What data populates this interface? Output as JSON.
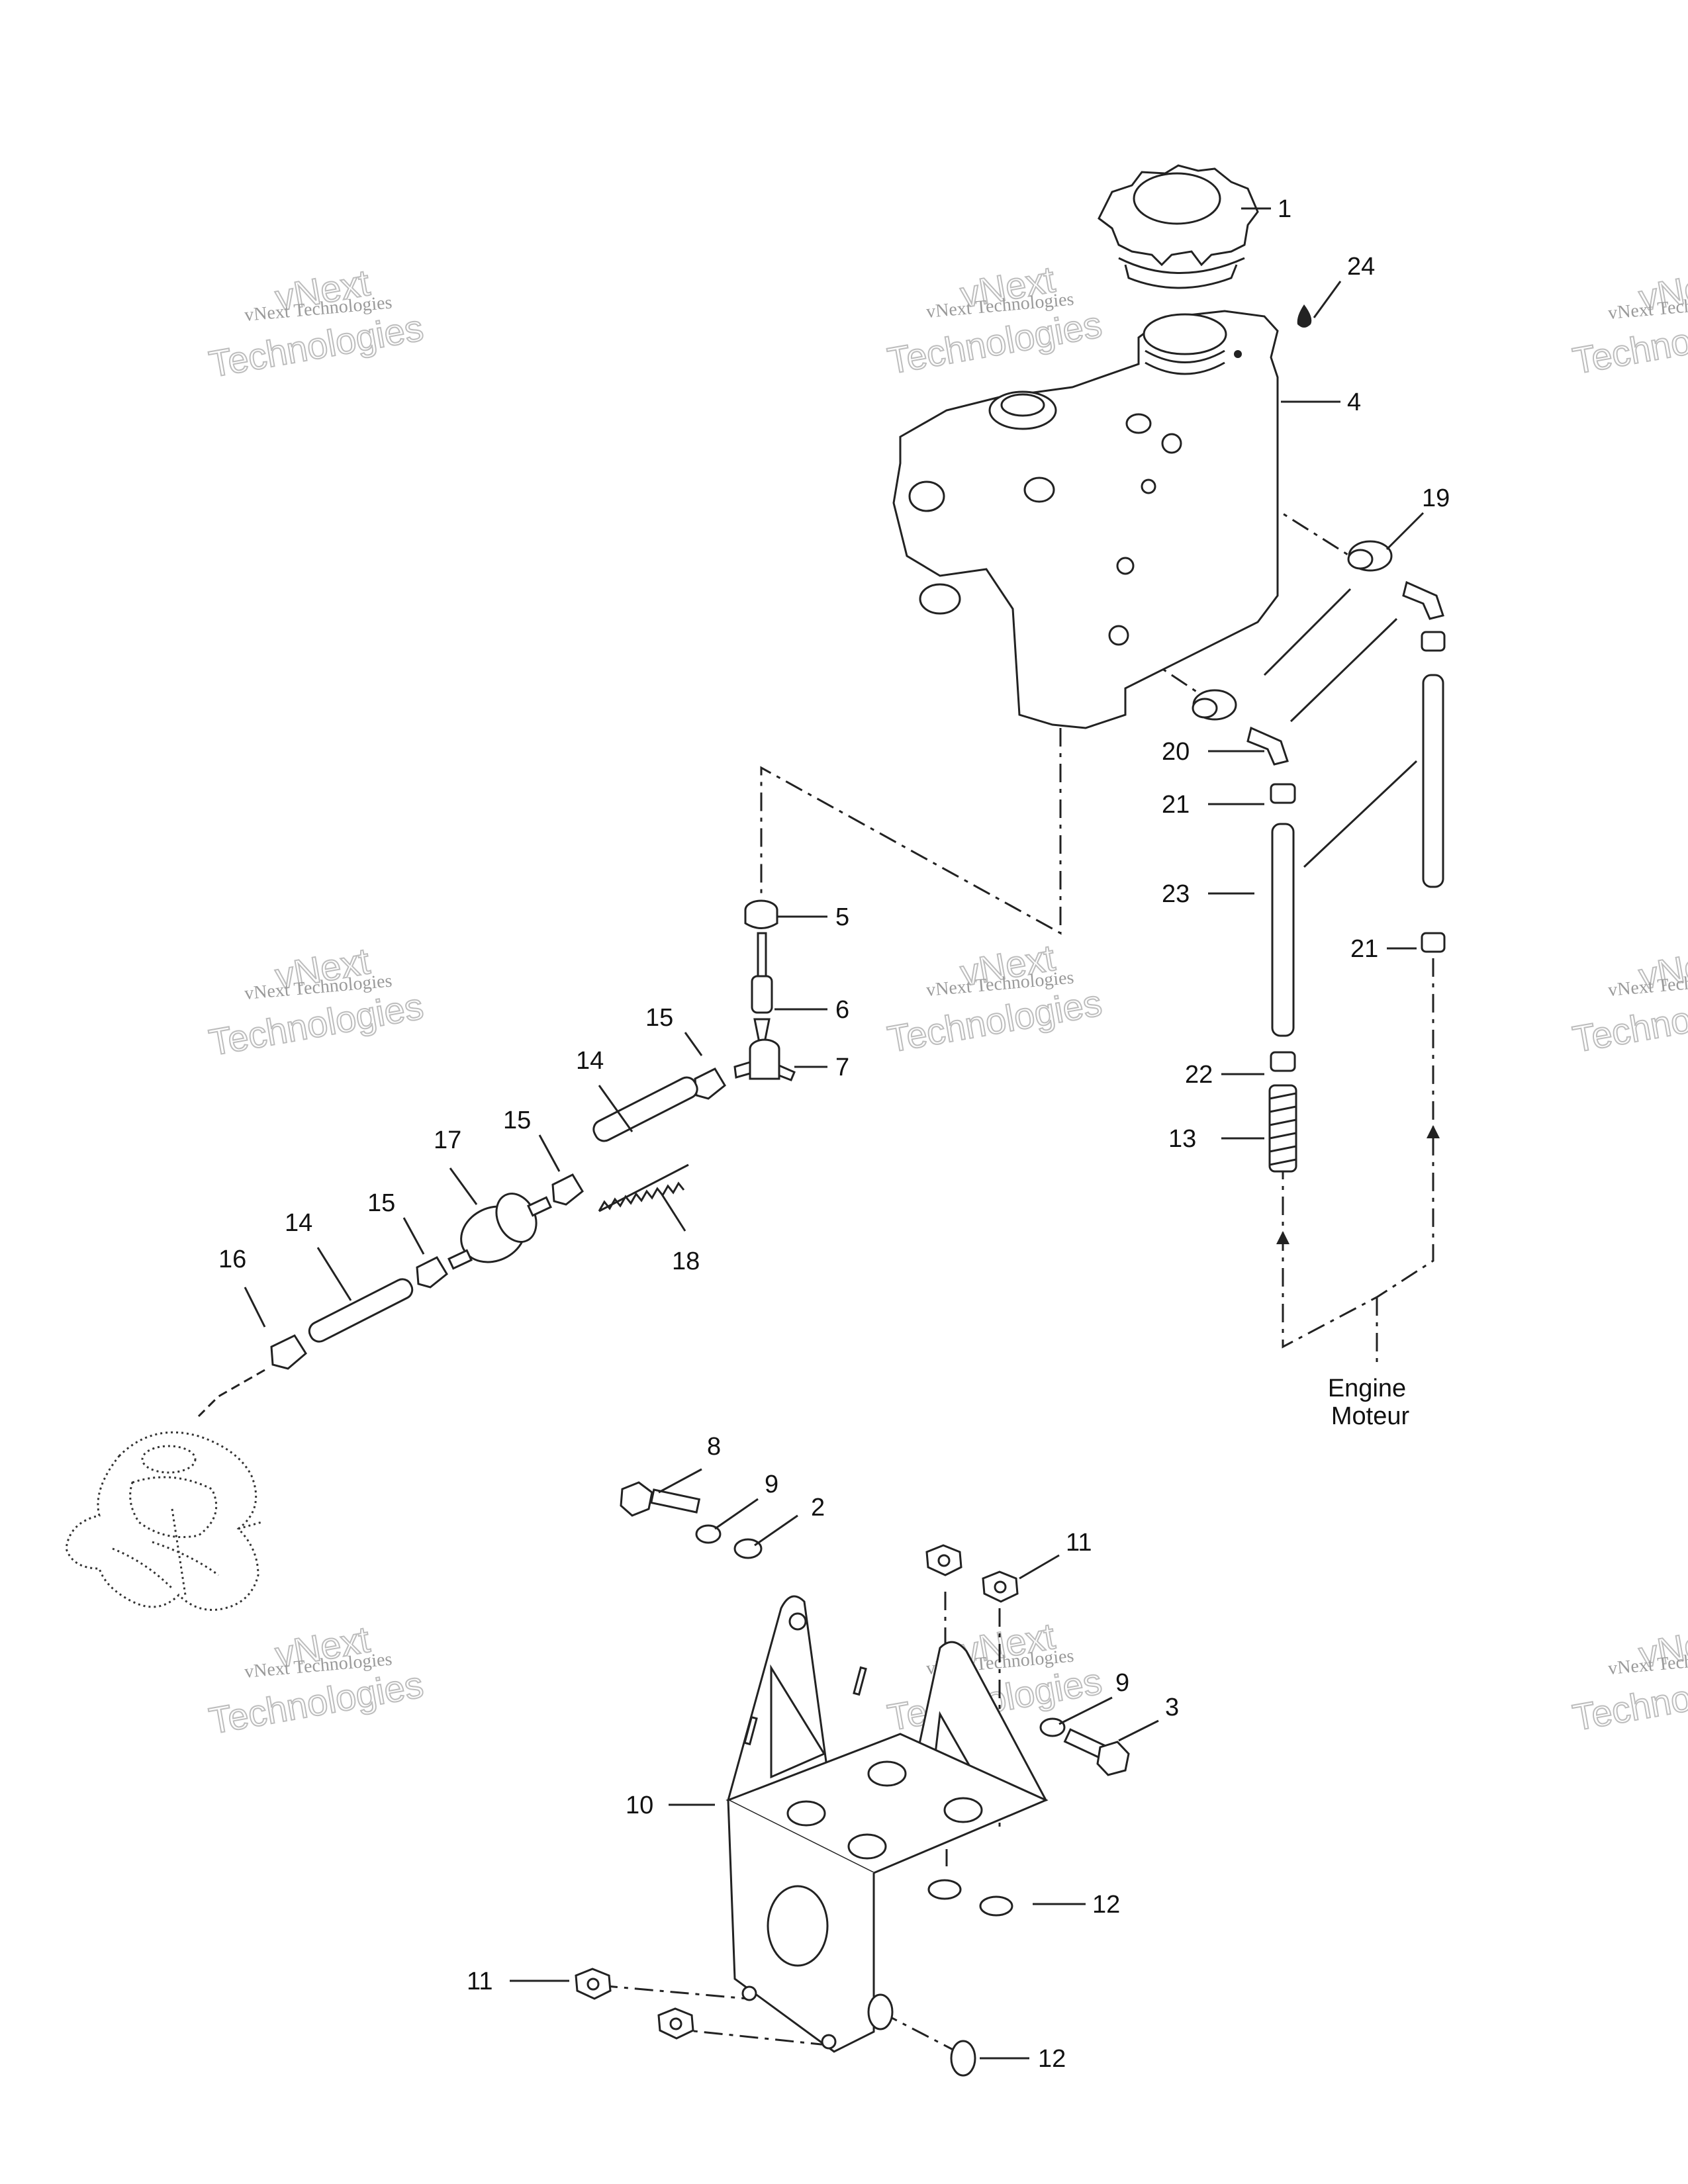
{
  "callouts": [
    {
      "id": "1",
      "label": "1"
    },
    {
      "id": "2",
      "label": "2"
    },
    {
      "id": "3",
      "label": "3"
    },
    {
      "id": "4",
      "label": "4"
    },
    {
      "id": "5",
      "label": "5"
    },
    {
      "id": "6",
      "label": "6"
    },
    {
      "id": "7",
      "label": "7"
    },
    {
      "id": "8",
      "label": "8"
    },
    {
      "id": "9a",
      "label": "9"
    },
    {
      "id": "9b",
      "label": "9"
    },
    {
      "id": "10",
      "label": "10"
    },
    {
      "id": "11a",
      "label": "11"
    },
    {
      "id": "11b",
      "label": "11"
    },
    {
      "id": "12a",
      "label": "12"
    },
    {
      "id": "12b",
      "label": "12"
    },
    {
      "id": "13",
      "label": "13"
    },
    {
      "id": "14a",
      "label": "14"
    },
    {
      "id": "14b",
      "label": "14"
    },
    {
      "id": "15a",
      "label": "15"
    },
    {
      "id": "15b",
      "label": "15"
    },
    {
      "id": "15c",
      "label": "15"
    },
    {
      "id": "16",
      "label": "16"
    },
    {
      "id": "17",
      "label": "17"
    },
    {
      "id": "18",
      "label": "18"
    },
    {
      "id": "19",
      "label": "19"
    },
    {
      "id": "20",
      "label": "20"
    },
    {
      "id": "21a",
      "label": "21"
    },
    {
      "id": "21b",
      "label": "21"
    },
    {
      "id": "22",
      "label": "22"
    },
    {
      "id": "23",
      "label": "23"
    },
    {
      "id": "24",
      "label": "24"
    }
  ],
  "engine_label": {
    "line1": "Engine",
    "line2": "Moteur"
  },
  "watermark": {
    "top": "vNext",
    "middle": "vNext Technologies",
    "bottom": "Technologies"
  }
}
